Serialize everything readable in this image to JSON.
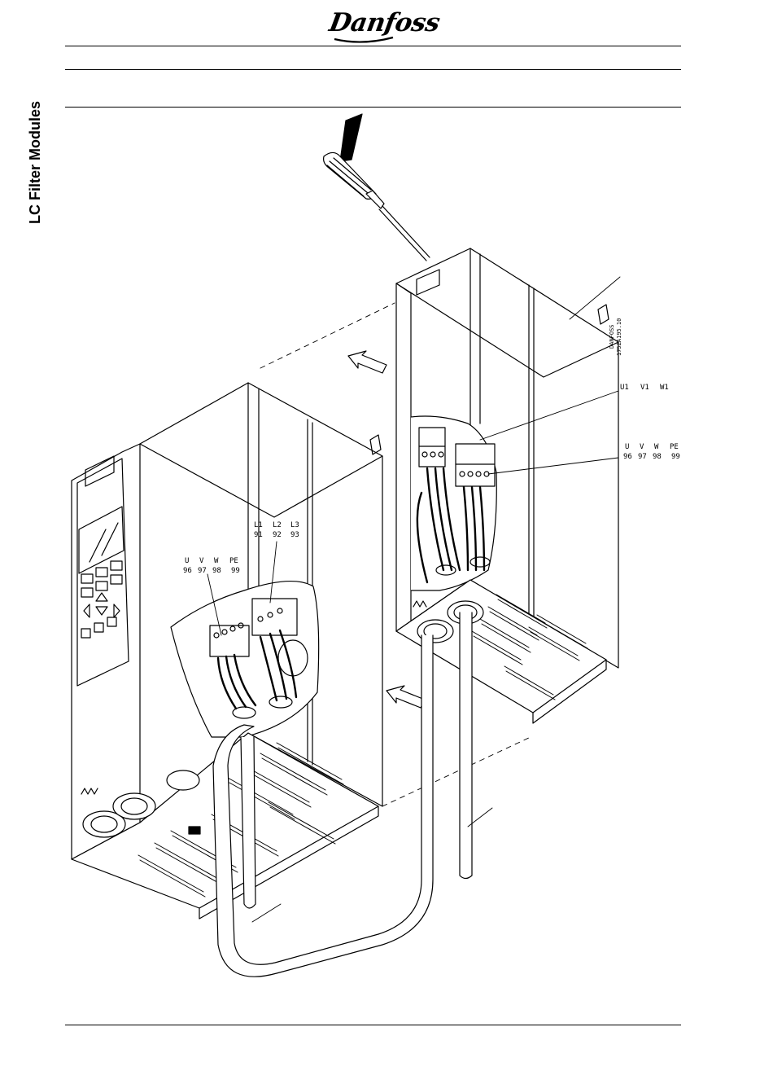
{
  "header": {
    "brand": "Danfoss"
  },
  "sidebar": {
    "section_label": "LC Filter Modules"
  },
  "figure": {
    "drawing_code_brand": "DANFOSS",
    "drawing_code_number": "175ZA195.10",
    "filter_input_terminals": [
      "U1",
      "V1",
      "W1"
    ],
    "filter_output_names": [
      "U",
      "V",
      "W",
      "PE"
    ],
    "filter_output_numbers": [
      "96",
      "97",
      "98",
      "99"
    ],
    "drive_mains_names": [
      "L1",
      "L2",
      "L3"
    ],
    "drive_mains_numbers": [
      "91",
      "92",
      "93"
    ],
    "drive_motor_names": [
      "U",
      "V",
      "W",
      "PE"
    ],
    "drive_motor_numbers": [
      "96",
      "97",
      "98",
      "99"
    ]
  }
}
